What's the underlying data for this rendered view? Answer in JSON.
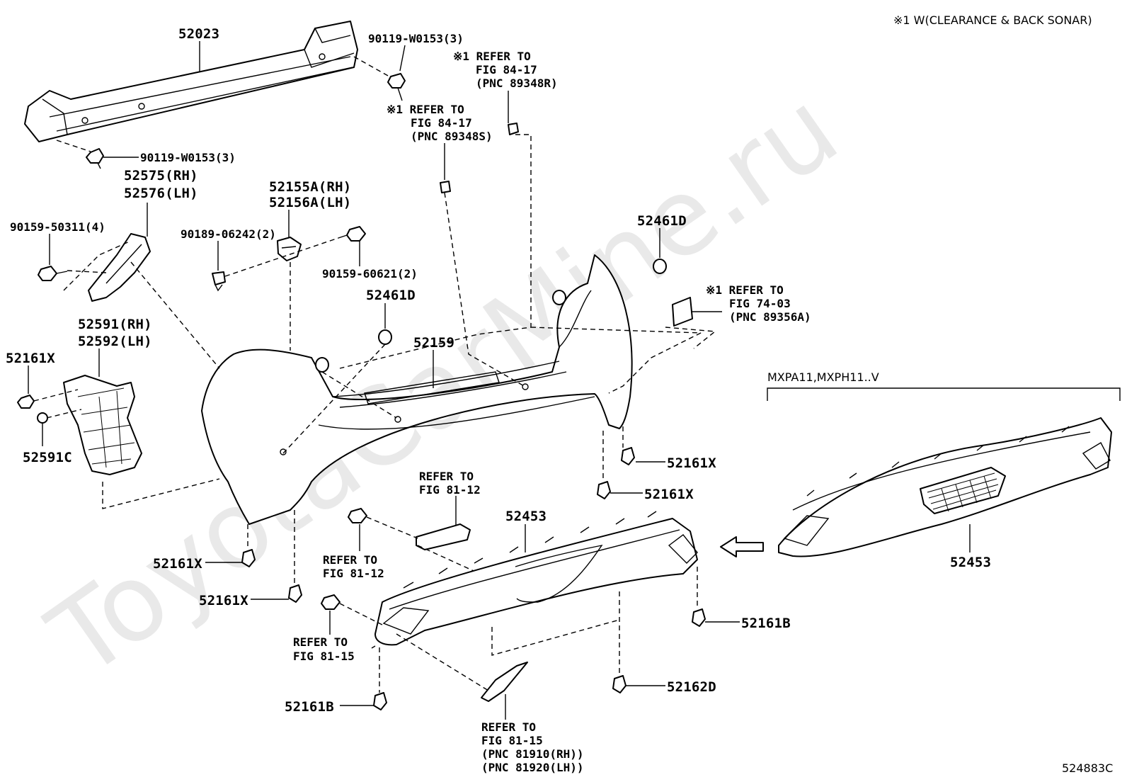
{
  "header_note": "※1 W(CLEARANCE & BACK SONAR)",
  "footer_code": "524883C",
  "watermark": "ToyotaCarMine.ru",
  "variant_label": "MXPA11,MXPH11..V",
  "labels": {
    "p52023": "52023",
    "p90119_a": "90119-W0153(3)",
    "p90119_b": "90119-W0153(3)",
    "ref_89348r_1": "※1 REFER TO",
    "ref_89348r_2": "FIG 84-17",
    "ref_89348r_3": "(PNC 89348R)",
    "ref_89348s_1": "※1 REFER TO",
    "ref_89348s_2": "FIG 84-17",
    "ref_89348s_3": "(PNC 89348S)",
    "p52575": "52575(RH)",
    "p52576": "52576(LH)",
    "p52155a": "52155A(RH)",
    "p52156a": "52156A(LH)",
    "p90159_50311": "90159-50311(4)",
    "p90189": "90189-06242(2)",
    "p90159_60621": "90159-60621(2)",
    "p52461d_a": "52461D",
    "p52461d_b": "52461D",
    "ref_89356a_1": "※1 REFER TO",
    "ref_89356a_2": "FIG 74-03",
    "ref_89356a_3": "(PNC 89356A)",
    "p52591": "52591(RH)",
    "p52592": "52592(LH)",
    "p52159": "52159",
    "p52161x_a": "52161X",
    "p52591c": "52591C",
    "p52161x_b": "52161X",
    "p52161x_c": "52161X",
    "p52161x_d": "52161X",
    "p52161x_e": "52161X",
    "ref_8112_a1": "REFER TO",
    "ref_8112_a2": "FIG 81-12",
    "ref_8112_b1": "REFER TO",
    "ref_8112_b2": "FIG 81-12",
    "p52453_a": "52453",
    "p52453_b": "52453",
    "ref_8115_a1": "REFER TO",
    "ref_8115_a2": "FIG 81-15",
    "ref_8115_b1": "REFER TO",
    "ref_8115_b2": "FIG 81-15",
    "ref_8115_b3": "(PNC 81910(RH))",
    "ref_8115_b4": "(PNC 81920(LH))",
    "p52161b_a": "52161B",
    "p52161b_b": "52161B",
    "p52162d": "52162D"
  }
}
